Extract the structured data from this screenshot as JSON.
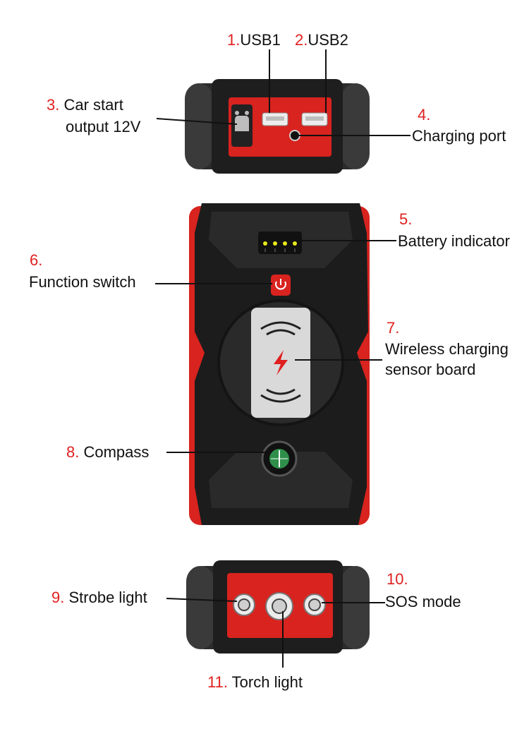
{
  "colors": {
    "accent_red": "#e02020",
    "body_black": "#1c1c1c",
    "body_red": "#d8231f",
    "label_text": "#111111",
    "led_yellow": "#e8e81a"
  },
  "labels": {
    "usb1": {
      "num": "1.",
      "text": "USB1"
    },
    "usb2": {
      "num": "2.",
      "text": "USB2"
    },
    "car_start": {
      "num": "3.",
      "text": "Car start",
      "text2": "output 12V"
    },
    "charging_port": {
      "num": "4.",
      "text": "Charging port"
    },
    "battery_indicator": {
      "num": "5.",
      "text": "Battery indicator"
    },
    "function_switch": {
      "num": "6.",
      "text": "Function switch"
    },
    "wireless": {
      "num": "7.",
      "text": "Wireless charging",
      "text2": "sensor board"
    },
    "compass": {
      "num": "8.",
      "text": "Compass"
    },
    "strobe": {
      "num": "9.",
      "text": "Strobe light"
    },
    "sos": {
      "num": "10.",
      "text": "SOS mode"
    },
    "torch": {
      "num": "11.",
      "text": "Torch light"
    }
  },
  "icons": {
    "car": "car-icon",
    "power": "power-icon",
    "lightning": "lightning-icon",
    "wireless_waves": "wireless-waves-icon",
    "compass": "compass-icon"
  }
}
